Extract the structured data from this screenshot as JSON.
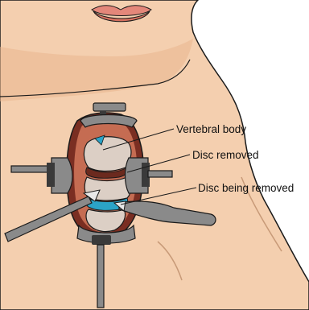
{
  "labels": {
    "vertebral_body": "Vertebral body",
    "disc_removed": "Disc removed",
    "disc_being_removed": "Disc being removed"
  },
  "colors": {
    "skin": "#F4CFAF",
    "skin_shadow": "#E9B68E",
    "lips": "#E4877A",
    "wound_edge": "#7A2E22",
    "wound_inner": "#C56C52",
    "bone": "#DCCFC5",
    "disc_blue": "#2BA3C7",
    "retractor": "#8A8A8A",
    "retractor_dark": "#3A3A3A",
    "outline": "#1A1A1A"
  },
  "icons": [
    "retractor-clamp",
    "surgical-instrument"
  ]
}
